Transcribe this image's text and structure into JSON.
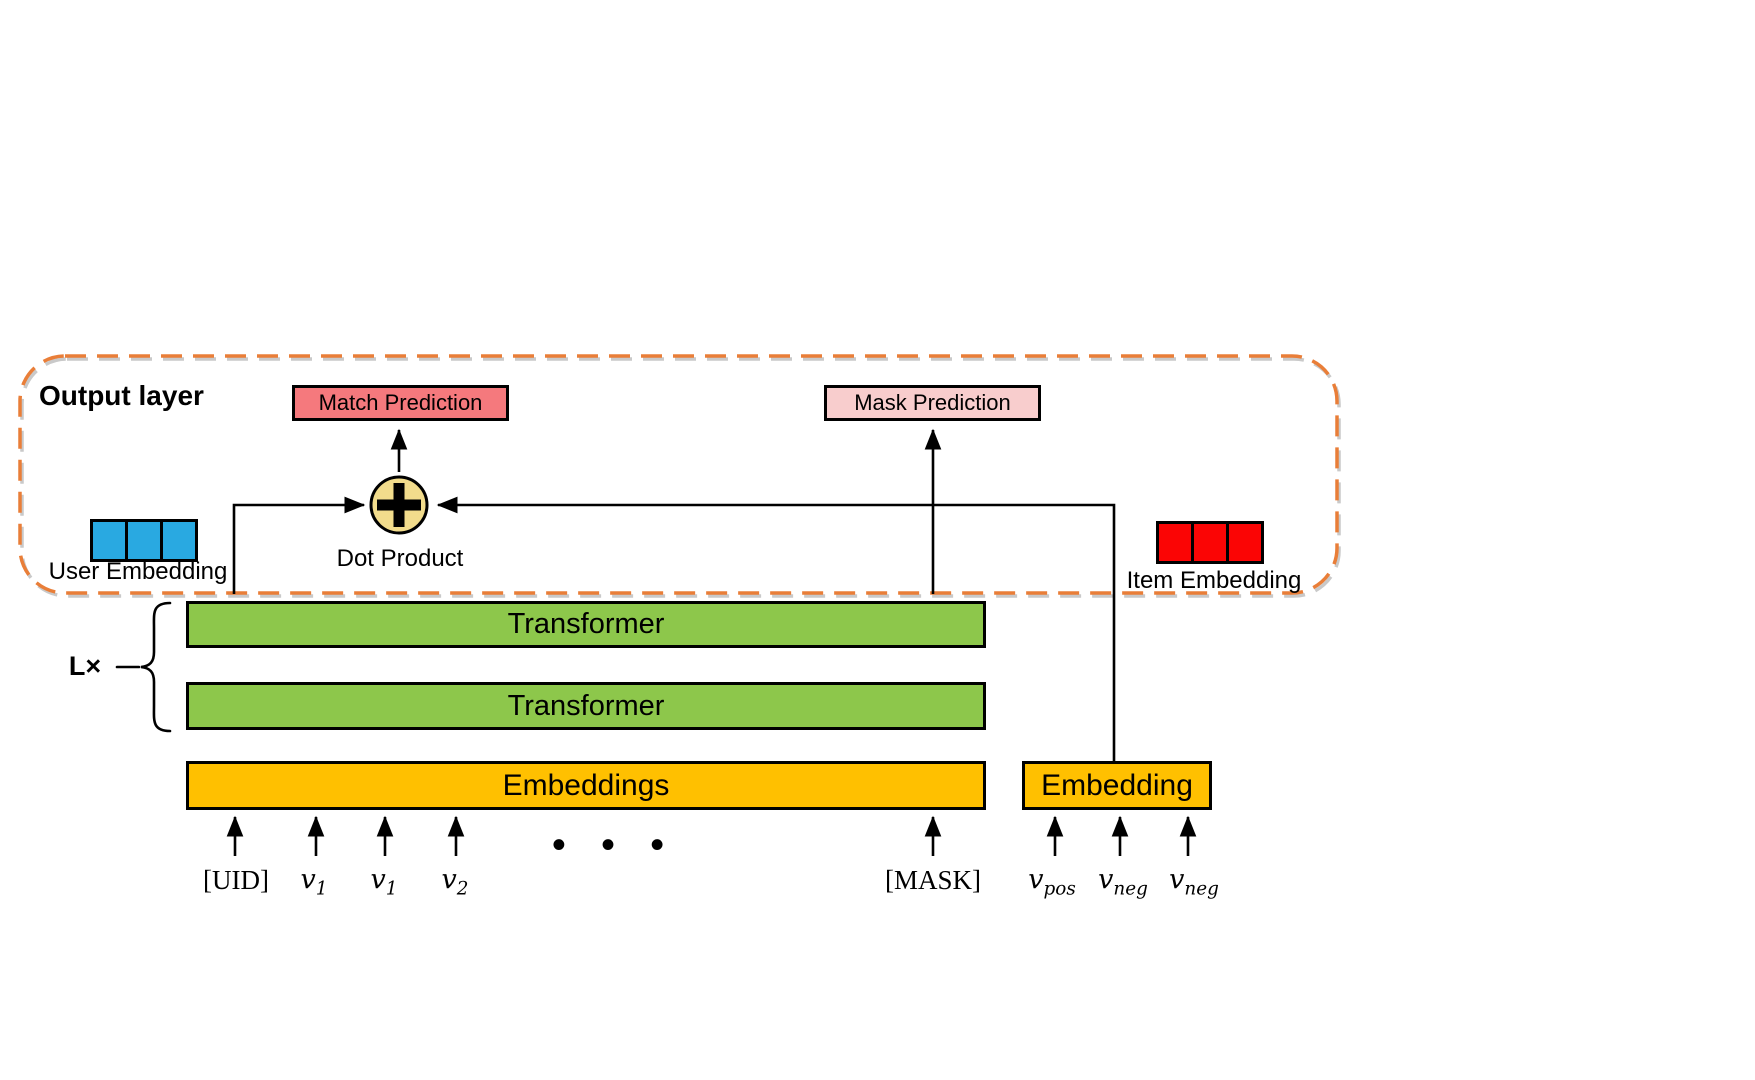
{
  "figure": {
    "output_layer": {
      "title": "Output layer",
      "match_prediction_label": "Match Prediction",
      "mask_prediction_label": "Mask Prediction",
      "dot_product_label": "Dot Product",
      "user_embedding_label": "User Embedding",
      "item_embedding_label": "Item Embedding",
      "user_embedding_cells": 3,
      "item_embedding_cells": 3
    },
    "encoder": {
      "repeat_label": "L×",
      "transformer_layers": [
        "Transformer",
        "Transformer"
      ],
      "embeddings_label": "Embeddings",
      "side_embedding_label": "Embedding"
    },
    "input_tokens": [
      {
        "label": "[UID]"
      },
      {
        "base": "v",
        "sub": "1"
      },
      {
        "base": "v",
        "sub": "1"
      },
      {
        "base": "v",
        "sub": "2"
      },
      {
        "label": "[MASK]"
      }
    ],
    "ellipsis": "• • •",
    "candidate_tokens": [
      {
        "base": "v",
        "sub": "pos"
      },
      {
        "base": "v",
        "sub": "neg"
      },
      {
        "base": "v",
        "sub": "neg"
      }
    ]
  },
  "colors": {
    "dash-orange": "#E97E38",
    "dash-shadow": "#C9C9C9",
    "match": "#F5797D",
    "mask": "#F8CDCD",
    "dot": "#F2DC8C",
    "blue": "#29A9E1",
    "red": "#FB0505",
    "green": "#8DC74B",
    "gold": "#FFC000",
    "line": "#000000"
  }
}
